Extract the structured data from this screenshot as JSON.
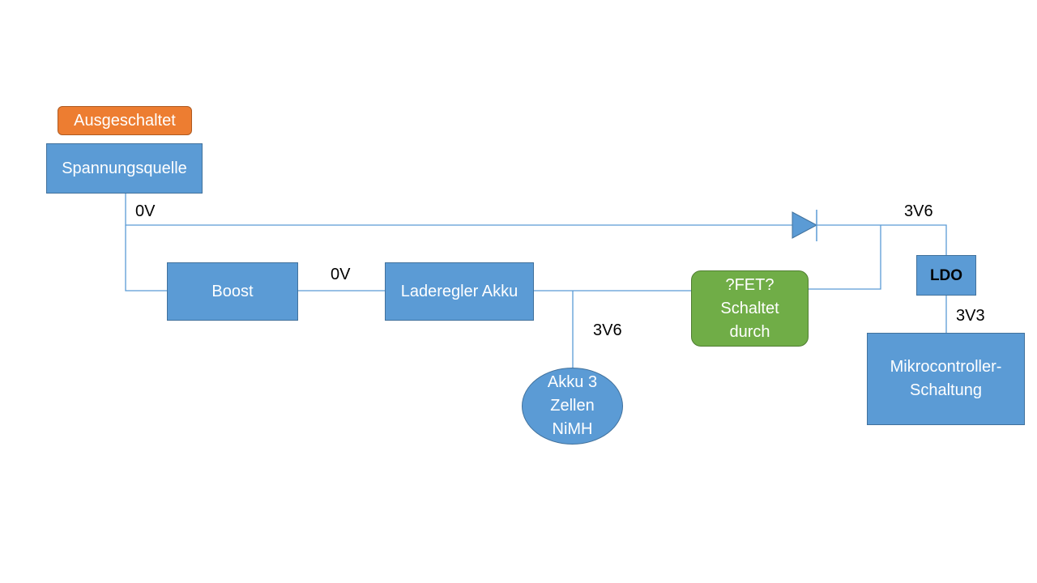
{
  "status_badge": {
    "label": "Ausgeschaltet",
    "color": "#ed7d31"
  },
  "blocks": {
    "power_source": "Spannungsquelle",
    "boost": "Boost",
    "charge_controller": "Laderegler Akku",
    "fet": "?FET?\nSchaltet\ndurch",
    "battery": "Akku 3\nZellen\nNiMH",
    "ldo": "LDO",
    "microcontroller": "Mikrocontroller-\nSchaltung"
  },
  "voltages": {
    "source_out": "0V",
    "boost_out": "0V",
    "battery": "3V6",
    "diode_out": "3V6",
    "ldo_out": "3V3"
  },
  "colors": {
    "block_fill": "#5b9bd5",
    "fet_fill": "#70ad47",
    "wire": "#5b9bd5"
  },
  "icons": {
    "diode": "diode-symbol-icon"
  }
}
